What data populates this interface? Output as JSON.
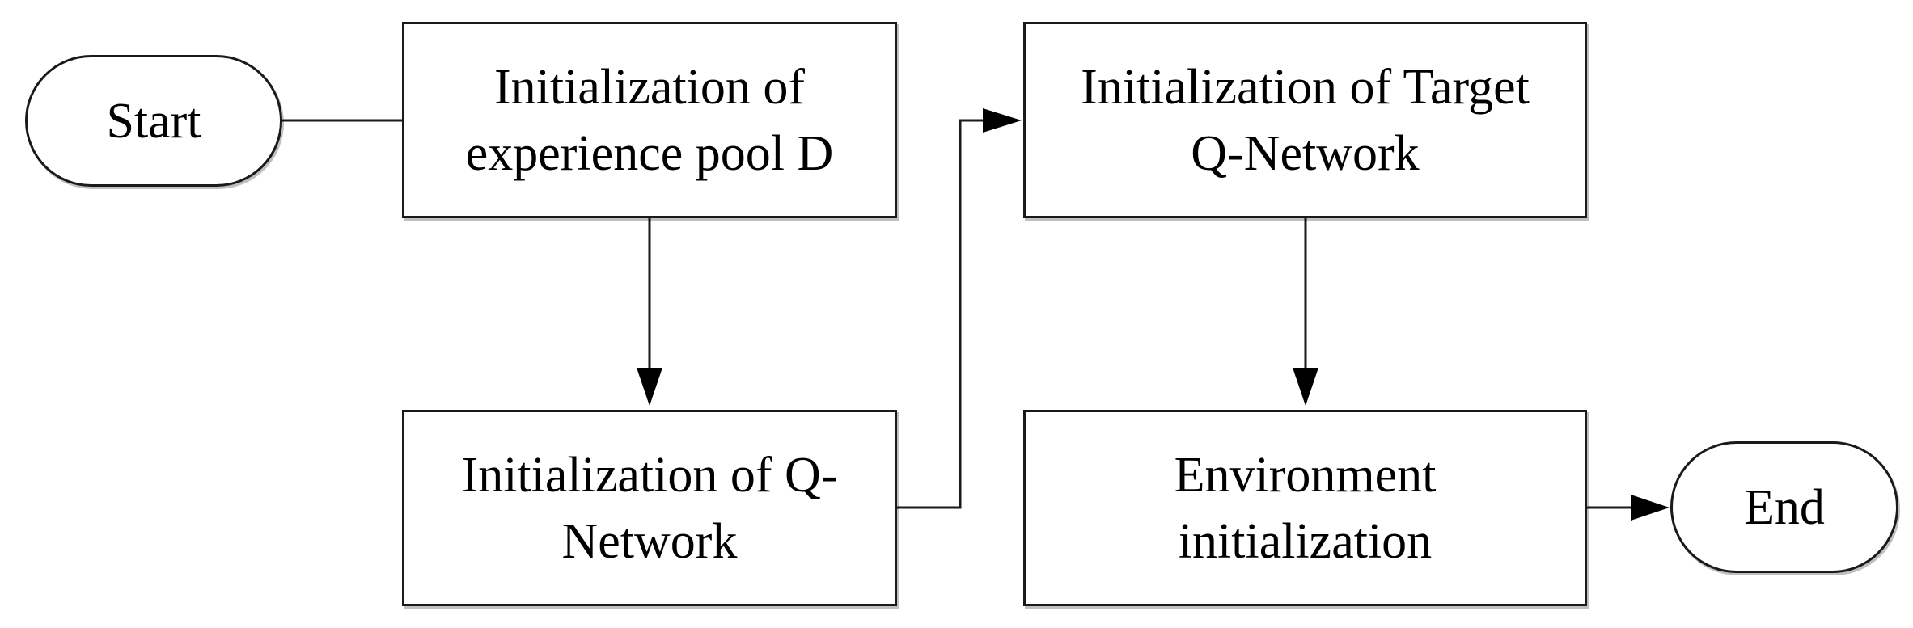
{
  "nodes": {
    "start": {
      "label": "Start"
    },
    "init_pool": {
      "lines": [
        "Initialization of",
        "experience pool D"
      ]
    },
    "init_qnet": {
      "lines": [
        "Initialization of Q-",
        "Network"
      ]
    },
    "init_target": {
      "lines": [
        "Initialization of Target",
        "Q-Network"
      ]
    },
    "env_init": {
      "lines": [
        "Environment",
        "initialization"
      ]
    },
    "end": {
      "label": "End"
    }
  },
  "edges": [
    {
      "from": "start",
      "to": "init_pool",
      "arrow": false
    },
    {
      "from": "init_pool",
      "to": "init_qnet",
      "arrow": true
    },
    {
      "from": "init_qnet",
      "to": "init_target",
      "arrow": true
    },
    {
      "from": "init_target",
      "to": "env_init",
      "arrow": true
    },
    {
      "from": "env_init",
      "to": "end",
      "arrow": true
    }
  ],
  "colors": {
    "stroke": "#1a1a1a",
    "background": "#ffffff"
  }
}
